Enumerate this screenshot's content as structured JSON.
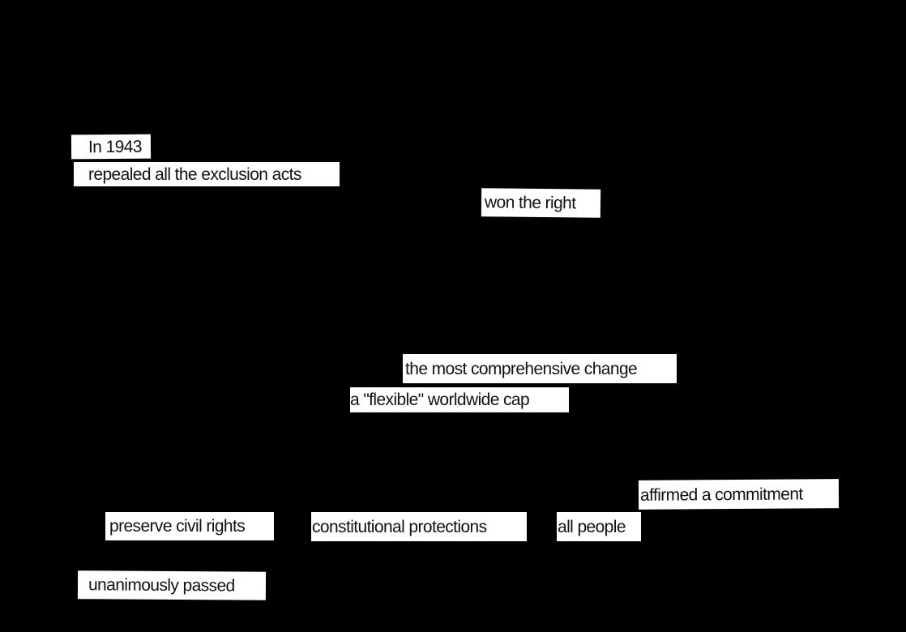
{
  "poem": {
    "lines": [
      "In 1943",
      "repealed all the exclusion acts",
      "won the right",
      "the most comprehensive change",
      "a \"flexible\" worldwide cap",
      "affirmed a commitment",
      "preserve civil rights",
      "constitutional protections",
      "all people",
      "unanimously passed"
    ]
  },
  "colors": {
    "background": "#000000",
    "strip": "#ffffff",
    "text": "#111111"
  }
}
